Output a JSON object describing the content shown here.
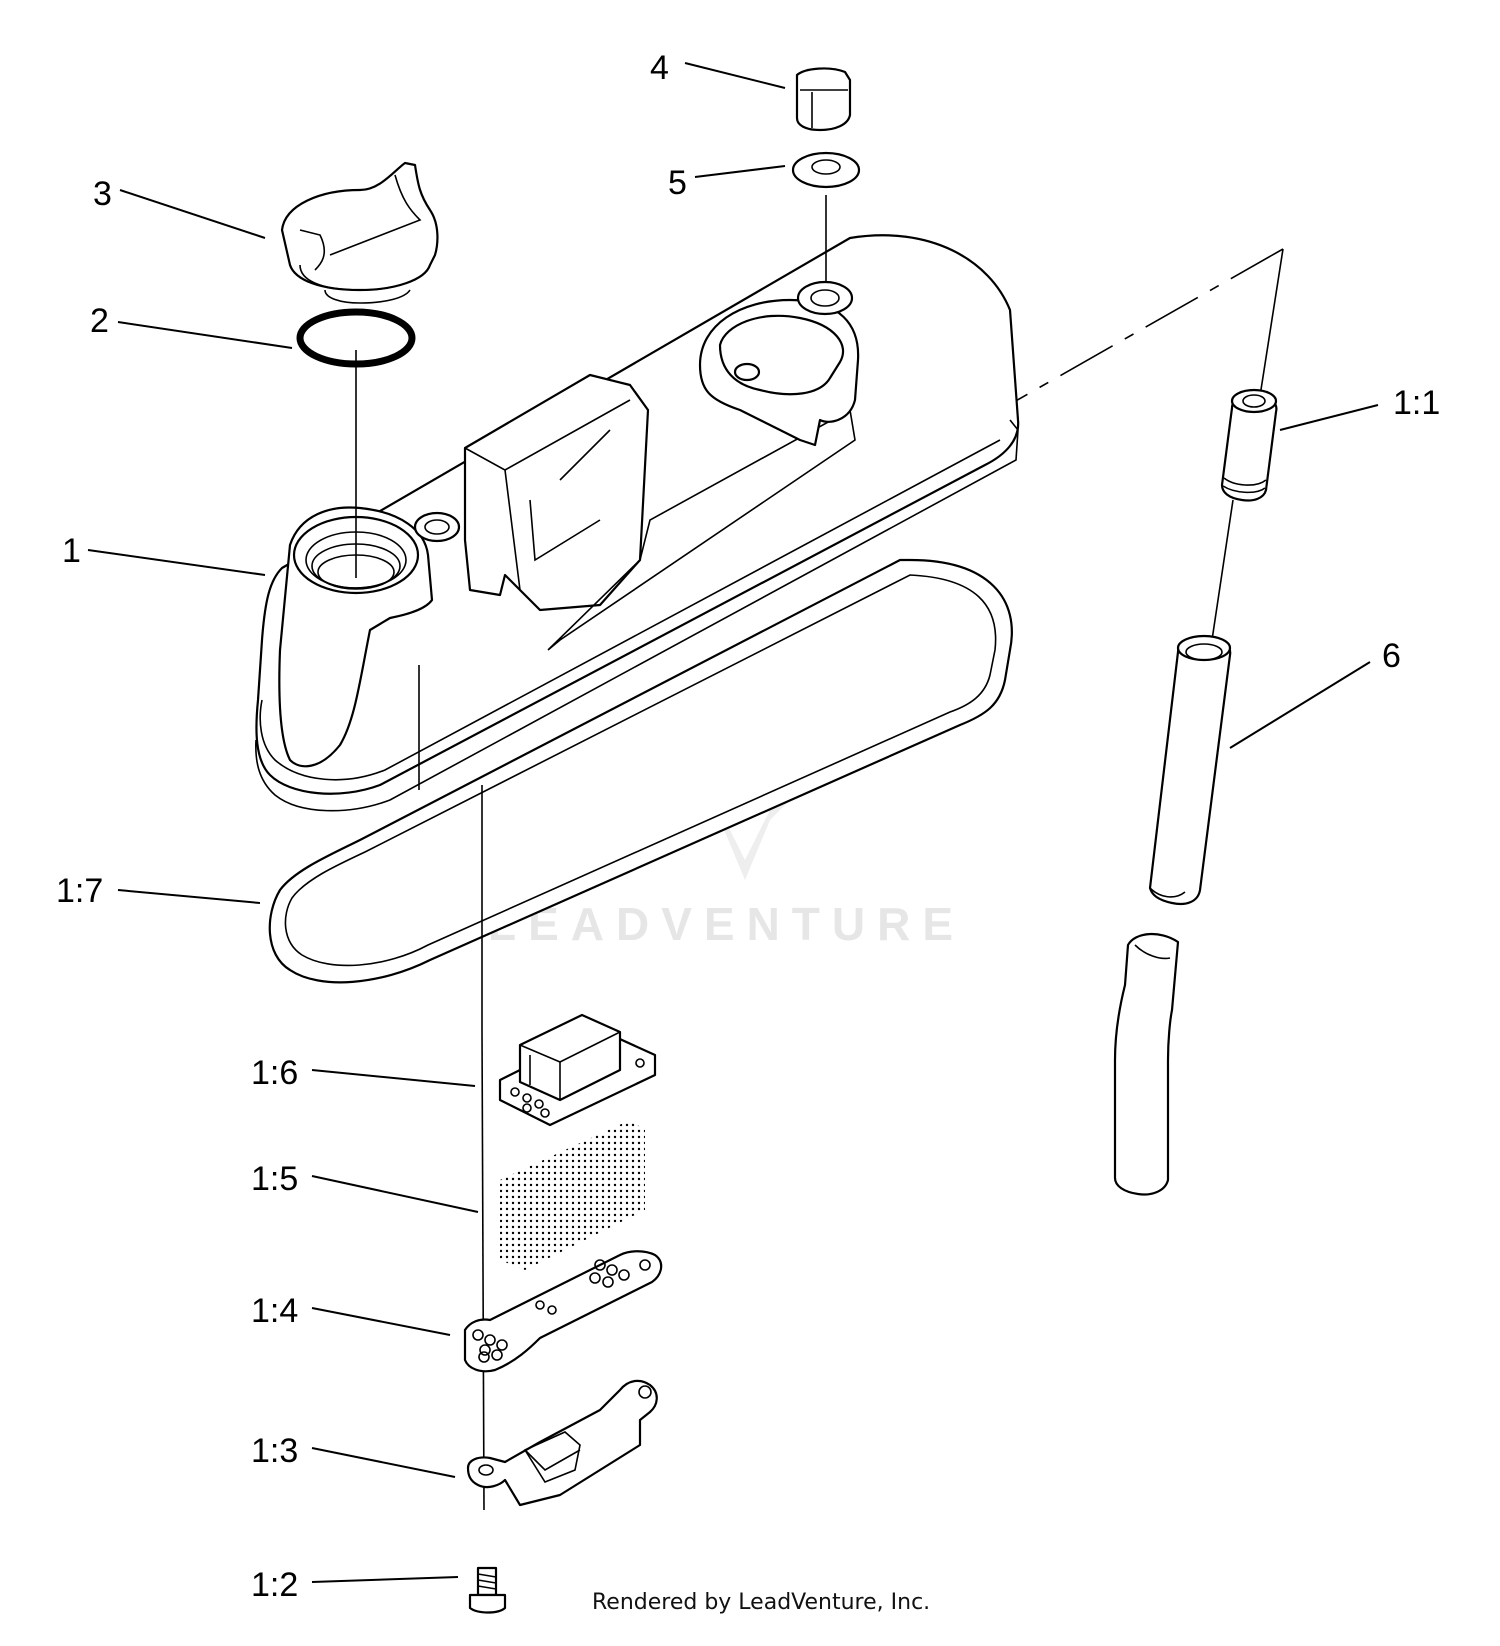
{
  "callouts": {
    "c1": "1",
    "c2": "2",
    "c3": "3",
    "c4": "4",
    "c5": "5",
    "c6": "6",
    "c1_1": "1:1",
    "c1_2": "1:2",
    "c1_3": "1:3",
    "c1_4": "1:4",
    "c1_5": "1:5",
    "c1_6": "1:6",
    "c1_7": "1:7"
  },
  "watermark": {
    "brand": "LEADVENTURE"
  },
  "footer": {
    "credit": "Rendered by LeadVenture, Inc."
  },
  "colors": {
    "line": "#000000",
    "watermark": "#e6e6e6",
    "background": "#ffffff"
  }
}
